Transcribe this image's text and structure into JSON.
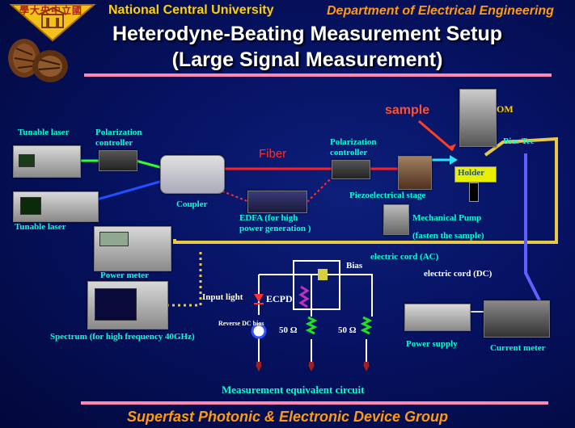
{
  "header": {
    "university": "National Central University",
    "department": "Department of Electrical Engineering",
    "logo_text": "學大央中立國"
  },
  "title": {
    "line1": "Heterodyne-Beating Measurement Setup",
    "line2": "(Large Signal Measurement)"
  },
  "labels": {
    "tunable_laser_1": "Tunable laser",
    "tunable_laser_2": "Tunable laser",
    "polarization_controller_1": "Polarization\ncontroller",
    "polarization_controller_2": "Polarization\ncontroller",
    "coupler": "Coupler",
    "fiber": "Fiber",
    "edfa": "EDFA (for high\npower generation )",
    "sample": "sample",
    "om": "OM",
    "bias_tee": "Bias Tee",
    "holder": "Holder",
    "piezo_stage": "Piezoelectrical stage",
    "mechanical_pump": "Mechanical Pump",
    "fasten": "(fasten the sample)",
    "power_meter": "Power meter",
    "spectrum": "Spectrum (for high frequency 40GHz)",
    "electric_cord_ac": "electric cord (AC)",
    "electric_cord_dc": "electric cord (DC)",
    "bias": "Bias",
    "input_light": "Input light",
    "ecpd": "ECPD",
    "reverse_dc_bias": "Reverse DC bias",
    "r1": "50 Ω",
    "r2": "50 Ω",
    "power_supply": "Power supply",
    "current_meter": "Current meter",
    "measurement_circuit": "Measurement equivalent circuit"
  },
  "footer": {
    "group": "Superfast Photonic & Electronic Device Group"
  },
  "colors": {
    "header_yellow": "#ffd000",
    "header_orange": "#ff9a10",
    "label_cyan": "#00ffd0",
    "fiber_red": "#ff2020",
    "cable_yellow": "#e8c848",
    "cable_blue": "#6060ff",
    "divider_pink": "#ff88b0"
  }
}
